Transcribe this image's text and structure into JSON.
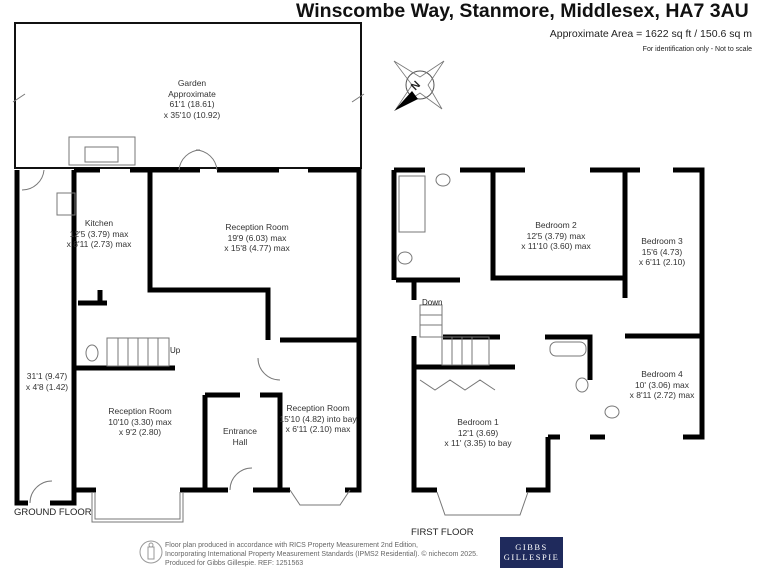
{
  "header": {
    "title": "Winscombe Way, Stanmore, Middlesex, HA7 3AU",
    "area": "Approximate Area = 1622 sq ft / 150.6 sq m",
    "note": "For identification only - Not to scale"
  },
  "compass": {
    "letter": "N"
  },
  "ground_floor": {
    "label": "GROUND FLOOR",
    "rooms": [
      {
        "lines": [
          "Garden",
          "Approximate",
          "61'1 (18.61)",
          "x 35'10 (10.92)"
        ]
      },
      {
        "lines": [
          "Kitchen",
          "12'5 (3.79) max",
          "x 8'11 (2.73) max"
        ]
      },
      {
        "lines": [
          "Reception Room",
          "19'9 (6.03) max",
          "x 15'8 (4.77) max"
        ]
      },
      {
        "lines": [
          "31'1 (9.47)",
          "x 4'8 (1.42)"
        ]
      },
      {
        "lines": [
          "Reception Room",
          "10'10 (3.30) max",
          "x 9'2 (2.80)"
        ]
      },
      {
        "lines": [
          "Entrance",
          "Hall"
        ]
      },
      {
        "lines": [
          "Reception Room",
          "15'10 (4.82) into bay",
          "x 6'11 (2.10) max"
        ]
      }
    ],
    "stairs": "Up"
  },
  "first_floor": {
    "label": "FIRST FLOOR",
    "rooms": [
      {
        "lines": [
          "Bedroom 2",
          "12'5 (3.79) max",
          "x 11'10 (3.60) max"
        ]
      },
      {
        "lines": [
          "Bedroom 3",
          "15'6 (4.73)",
          "x 6'11 (2.10)"
        ]
      },
      {
        "lines": [
          "Bedroom 4",
          "10' (3.06) max",
          "x 8'11 (2.72) max"
        ]
      },
      {
        "lines": [
          "Bedroom 1",
          "12'1 (3.69)",
          "x 11' (3.35) to bay"
        ]
      }
    ],
    "stairs": "Down"
  },
  "footer": {
    "lines": [
      "Floor plan produced in accordance with RICS Property Measurement 2nd Edition,",
      "Incorporating International Property Measurement Standards (IPMS2 Residential).   © nichecom 2025.",
      "Produced for Gibbs Gillespie.    REF:  1251563"
    ]
  },
  "logo": {
    "line1": "GIBBS",
    "line2": "GILLESPIE",
    "color": "#1f2a5c"
  }
}
